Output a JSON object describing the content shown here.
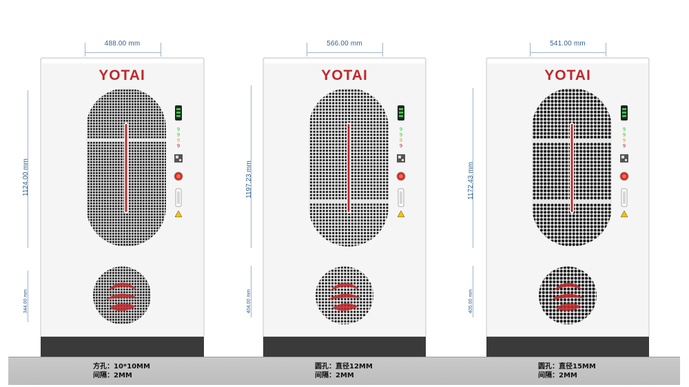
{
  "brand": {
    "logo_text": "YOTAI",
    "color": "#c0282c"
  },
  "cabinets": [
    {
      "width_label": "488.00 mm",
      "upper_height_label": "1124.00 mm",
      "lower_height_label": "344.00 mm",
      "hole_style": "square",
      "caption_line1": "方孔：10*10MM",
      "caption_line2": "间隔：2MM"
    },
    {
      "width_label": "566.00 mm",
      "upper_height_label": "1197.23 mm",
      "lower_height_label": "404.00 mm",
      "hole_style": "round-small",
      "caption_line1": "圆孔：直径12MM",
      "caption_line2": "间隔：2MM"
    },
    {
      "width_label": "541.00 mm",
      "upper_height_label": "1172.43 mm",
      "lower_height_label": "405.00 mm",
      "hole_style": "round-large",
      "caption_line1": "圆孔：直径15MM",
      "caption_line2": "间隔：2MM"
    }
  ],
  "colors": {
    "base": "#c2c2c2",
    "plinth": "#3a3a3a",
    "accent_red": "#c0282c",
    "dimension": "#2f5f8f",
    "led_green": "#2ecc40"
  }
}
